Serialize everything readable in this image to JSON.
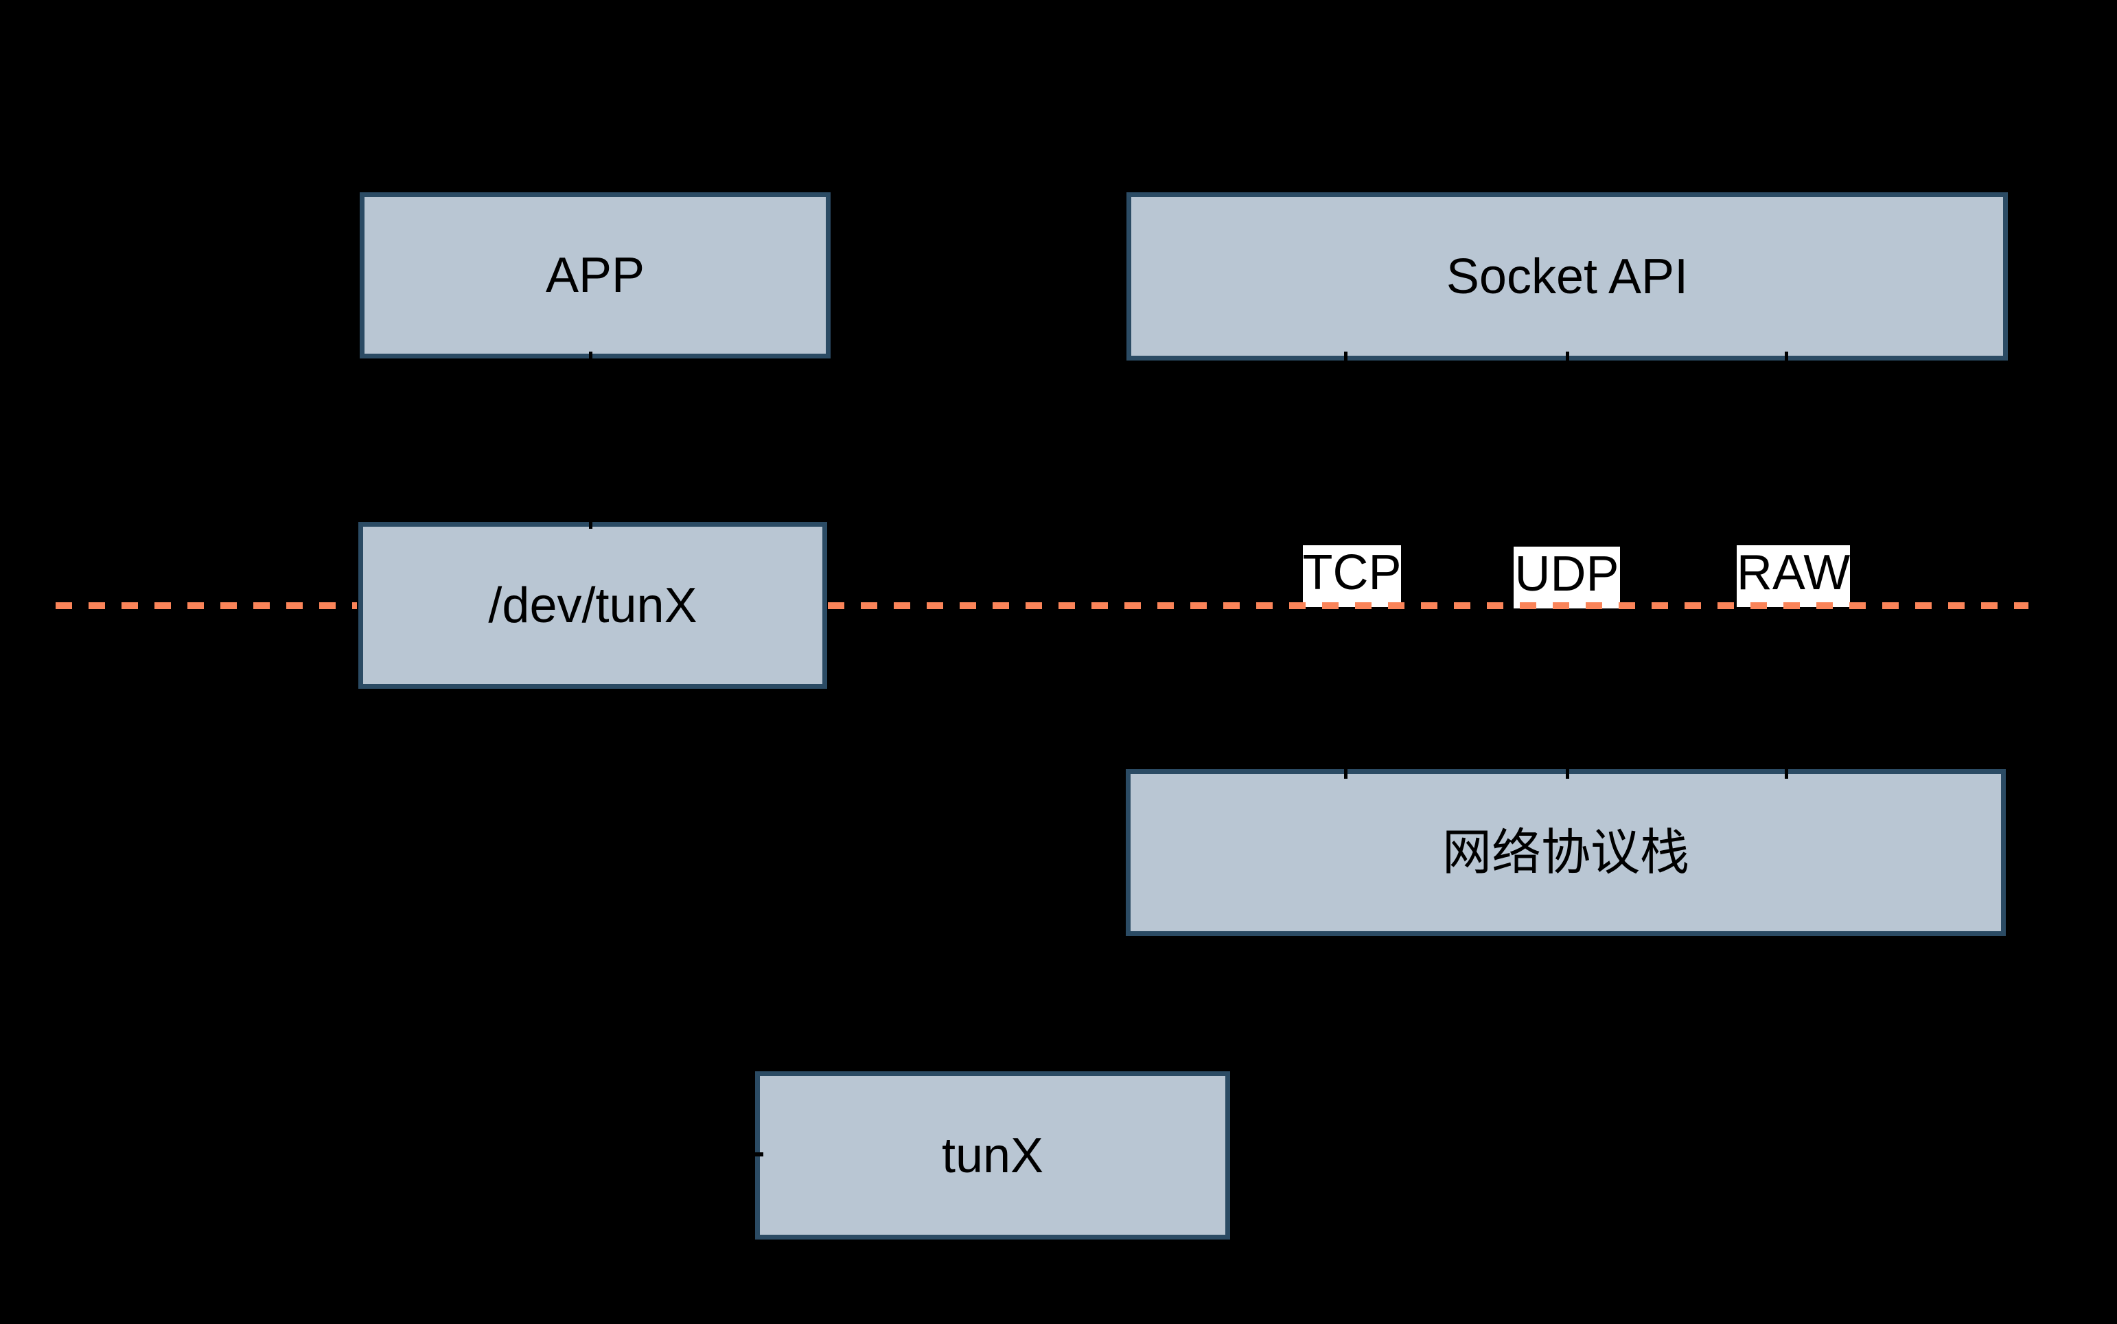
{
  "diagram": {
    "description": "TUN/TAP virtual network device architecture diagram on black background",
    "background_color": "#000000",
    "node_fill_color": "#b9c6d3",
    "node_border_color": "#2b4b64",
    "boundary_line_color": "#fa8459",
    "port_label_bg_color": "#ffffff",
    "text_color": "#000000"
  },
  "nodes": {
    "app": {
      "label": "APP"
    },
    "socket_api": {
      "label": "Socket API"
    },
    "dev_tunx": {
      "label": "/dev/tunX"
    },
    "net_stack": {
      "label": "网络协议栈"
    },
    "tunx": {
      "label": "tunX"
    }
  },
  "ports": {
    "tcp": {
      "label": "TCP"
    },
    "udp": {
      "label": "UDP"
    },
    "raw": {
      "label": "RAW"
    }
  }
}
